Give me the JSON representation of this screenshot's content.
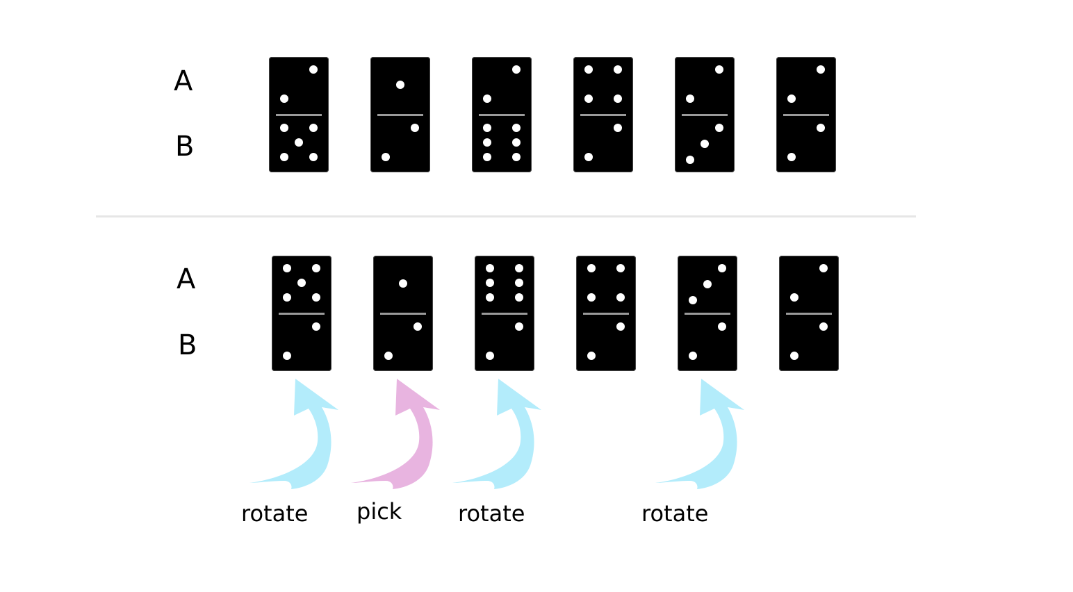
{
  "rows": [
    {
      "label_a": "A",
      "label_b": "B",
      "dominoes": [
        {
          "a": 2,
          "b": 5
        },
        {
          "a": 1,
          "b": 2
        },
        {
          "a": 2,
          "b": 6
        },
        {
          "a": 4,
          "b": 2
        },
        {
          "a": 2,
          "b": 3
        },
        {
          "a": 2,
          "b": 2
        }
      ]
    },
    {
      "label_a": "A",
      "label_b": "B",
      "dominoes": [
        {
          "a": 5,
          "b": 2
        },
        {
          "a": 1,
          "b": 2
        },
        {
          "a": 6,
          "b": 2
        },
        {
          "a": 4,
          "b": 2
        },
        {
          "a": 3,
          "b": 2
        },
        {
          "a": 2,
          "b": 2
        }
      ]
    }
  ],
  "actions": [
    {
      "label": "rotate",
      "color": "#b3ecfb",
      "target": 0
    },
    {
      "label": "pick",
      "color": "#e8b4e0",
      "target": 1
    },
    {
      "label": "rotate",
      "color": "#b3ecfb",
      "target": 2
    },
    {
      "label": "rotate",
      "color": "#b3ecfb",
      "target": 4
    }
  ],
  "colors": {
    "domino": "#000000",
    "pip": "#ffffff",
    "rotate_arrow": "#b3ecfb",
    "pick_arrow": "#e8b4e0"
  }
}
